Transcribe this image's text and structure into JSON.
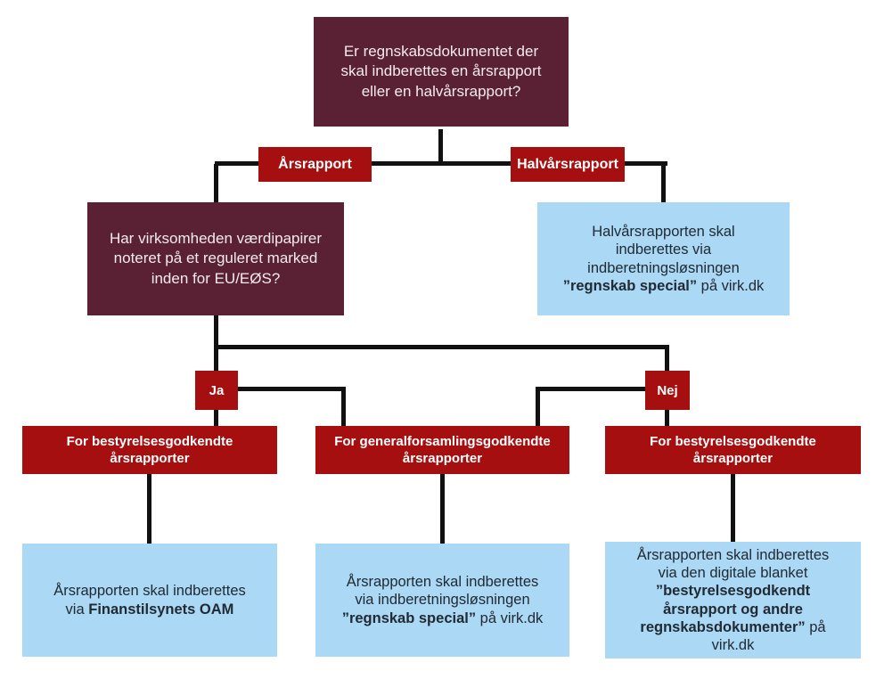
{
  "colors": {
    "dark_maroon": "#5a2134",
    "red": "#a50f0f",
    "light_blue": "#aad8f5",
    "connector_black": "#111111",
    "maroon_text": "#f4ebee",
    "red_text": "#ffffff",
    "blue_text": "#222a33"
  },
  "flowchart": {
    "root_question": "Er regnskabsdokumentet der\nskal indberettes en årsrapport\neller en halvårsrapport?",
    "branches": {
      "aarsrapport": "Årsrapport",
      "halvaarsrapport": "Halvårsrapport",
      "ja": "Ja",
      "nej": "Nej"
    },
    "regulated_market_question": "Har virksomheden værdipapirer\nnoteret på et reguleret marked\ninden for EU/EØS?",
    "halvaarsrapport_result_segments": [
      {
        "text": "Halvårsrapporten skal\nindberettes via\nindberetningsløsningen\n",
        "bold": false
      },
      {
        "text": "”regnskab special”",
        "bold": true
      },
      {
        "text": " på virk.dk",
        "bold": false
      }
    ],
    "headers": {
      "board_approved_left": "For bestyrelsesgodkendte\nårsrapporter",
      "general_meeting_approved": "For generalforsamlingsgodkendte\nårsrapporter",
      "board_approved_right": "For bestyrelsesgodkendte\nårsrapporter"
    },
    "results": {
      "oam_segments": [
        {
          "text": "Årsrapporten skal indberettes\nvia ",
          "bold": false
        },
        {
          "text": "Finanstilsynets OAM",
          "bold": true
        }
      ],
      "regnskab_special_segments": [
        {
          "text": "Årsrapporten skal indberettes\nvia indberetningsløsningen\n",
          "bold": false
        },
        {
          "text": "”regnskab special”",
          "bold": true
        },
        {
          "text": " på virk.dk",
          "bold": false
        }
      ],
      "digital_blanket_segments": [
        {
          "text": "Årsrapporten skal indberettes\nvia den digitale blanket\n",
          "bold": false
        },
        {
          "text": "”bestyrelsesgodkendt\nårsrapport og andre\nregnskabsdokumenter”",
          "bold": true
        },
        {
          "text": " på\nvirk.dk",
          "bold": false
        }
      ]
    }
  }
}
